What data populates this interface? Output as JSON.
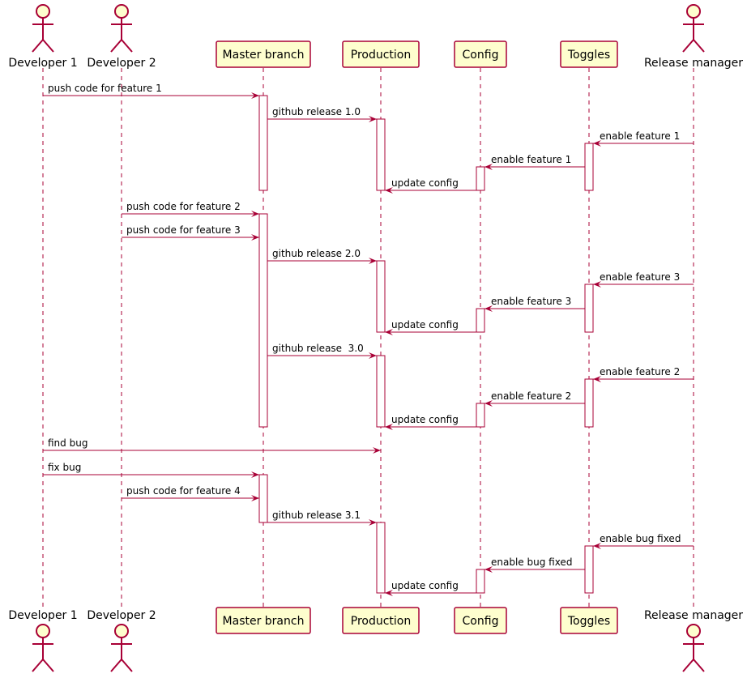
{
  "colors": {
    "border": "#A80036",
    "participant_fill": "#FEFECE",
    "activation_fill": "#FFFFFF"
  },
  "participants": [
    {
      "id": "dev1",
      "name": "Developer 1",
      "kind": "actor"
    },
    {
      "id": "dev2",
      "name": "Developer 2",
      "kind": "actor"
    },
    {
      "id": "master",
      "name": "Master branch",
      "kind": "participant"
    },
    {
      "id": "prod",
      "name": "Production",
      "kind": "participant"
    },
    {
      "id": "config",
      "name": "Config",
      "kind": "participant"
    },
    {
      "id": "toggles",
      "name": "Toggles",
      "kind": "participant"
    },
    {
      "id": "rm",
      "name": "Release manager",
      "kind": "actor"
    }
  ],
  "messages": [
    {
      "from": "dev1",
      "to": "master",
      "label": "push code for feature 1"
    },
    {
      "from": "master",
      "to": "prod",
      "label": "github release 1.0"
    },
    {
      "from": "rm",
      "to": "toggles",
      "label": "enable feature 1"
    },
    {
      "from": "toggles",
      "to": "config",
      "label": "enable feature 1"
    },
    {
      "from": "config",
      "to": "prod",
      "label": "update config"
    },
    {
      "from": "dev2",
      "to": "master",
      "label": "push code for feature 2"
    },
    {
      "from": "dev2",
      "to": "master",
      "label": "push code for feature 3"
    },
    {
      "from": "master",
      "to": "prod",
      "label": "github release 2.0"
    },
    {
      "from": "rm",
      "to": "toggles",
      "label": "enable feature 3"
    },
    {
      "from": "toggles",
      "to": "config",
      "label": "enable feature 3"
    },
    {
      "from": "config",
      "to": "prod",
      "label": "update config"
    },
    {
      "from": "master",
      "to": "prod",
      "label": "github release  3.0"
    },
    {
      "from": "rm",
      "to": "toggles",
      "label": "enable feature 2"
    },
    {
      "from": "toggles",
      "to": "config",
      "label": "enable feature 2"
    },
    {
      "from": "config",
      "to": "prod",
      "label": "update config"
    },
    {
      "from": "dev1",
      "to": "prod",
      "label": "find bug"
    },
    {
      "from": "dev1",
      "to": "master",
      "label": "fix bug"
    },
    {
      "from": "dev2",
      "to": "master",
      "label": "push code for feature 4"
    },
    {
      "from": "master",
      "to": "prod",
      "label": "github release 3.1"
    },
    {
      "from": "rm",
      "to": "toggles",
      "label": "enable bug fixed"
    },
    {
      "from": "toggles",
      "to": "config",
      "label": "enable bug fixed"
    },
    {
      "from": "config",
      "to": "prod",
      "label": "update config"
    }
  ]
}
